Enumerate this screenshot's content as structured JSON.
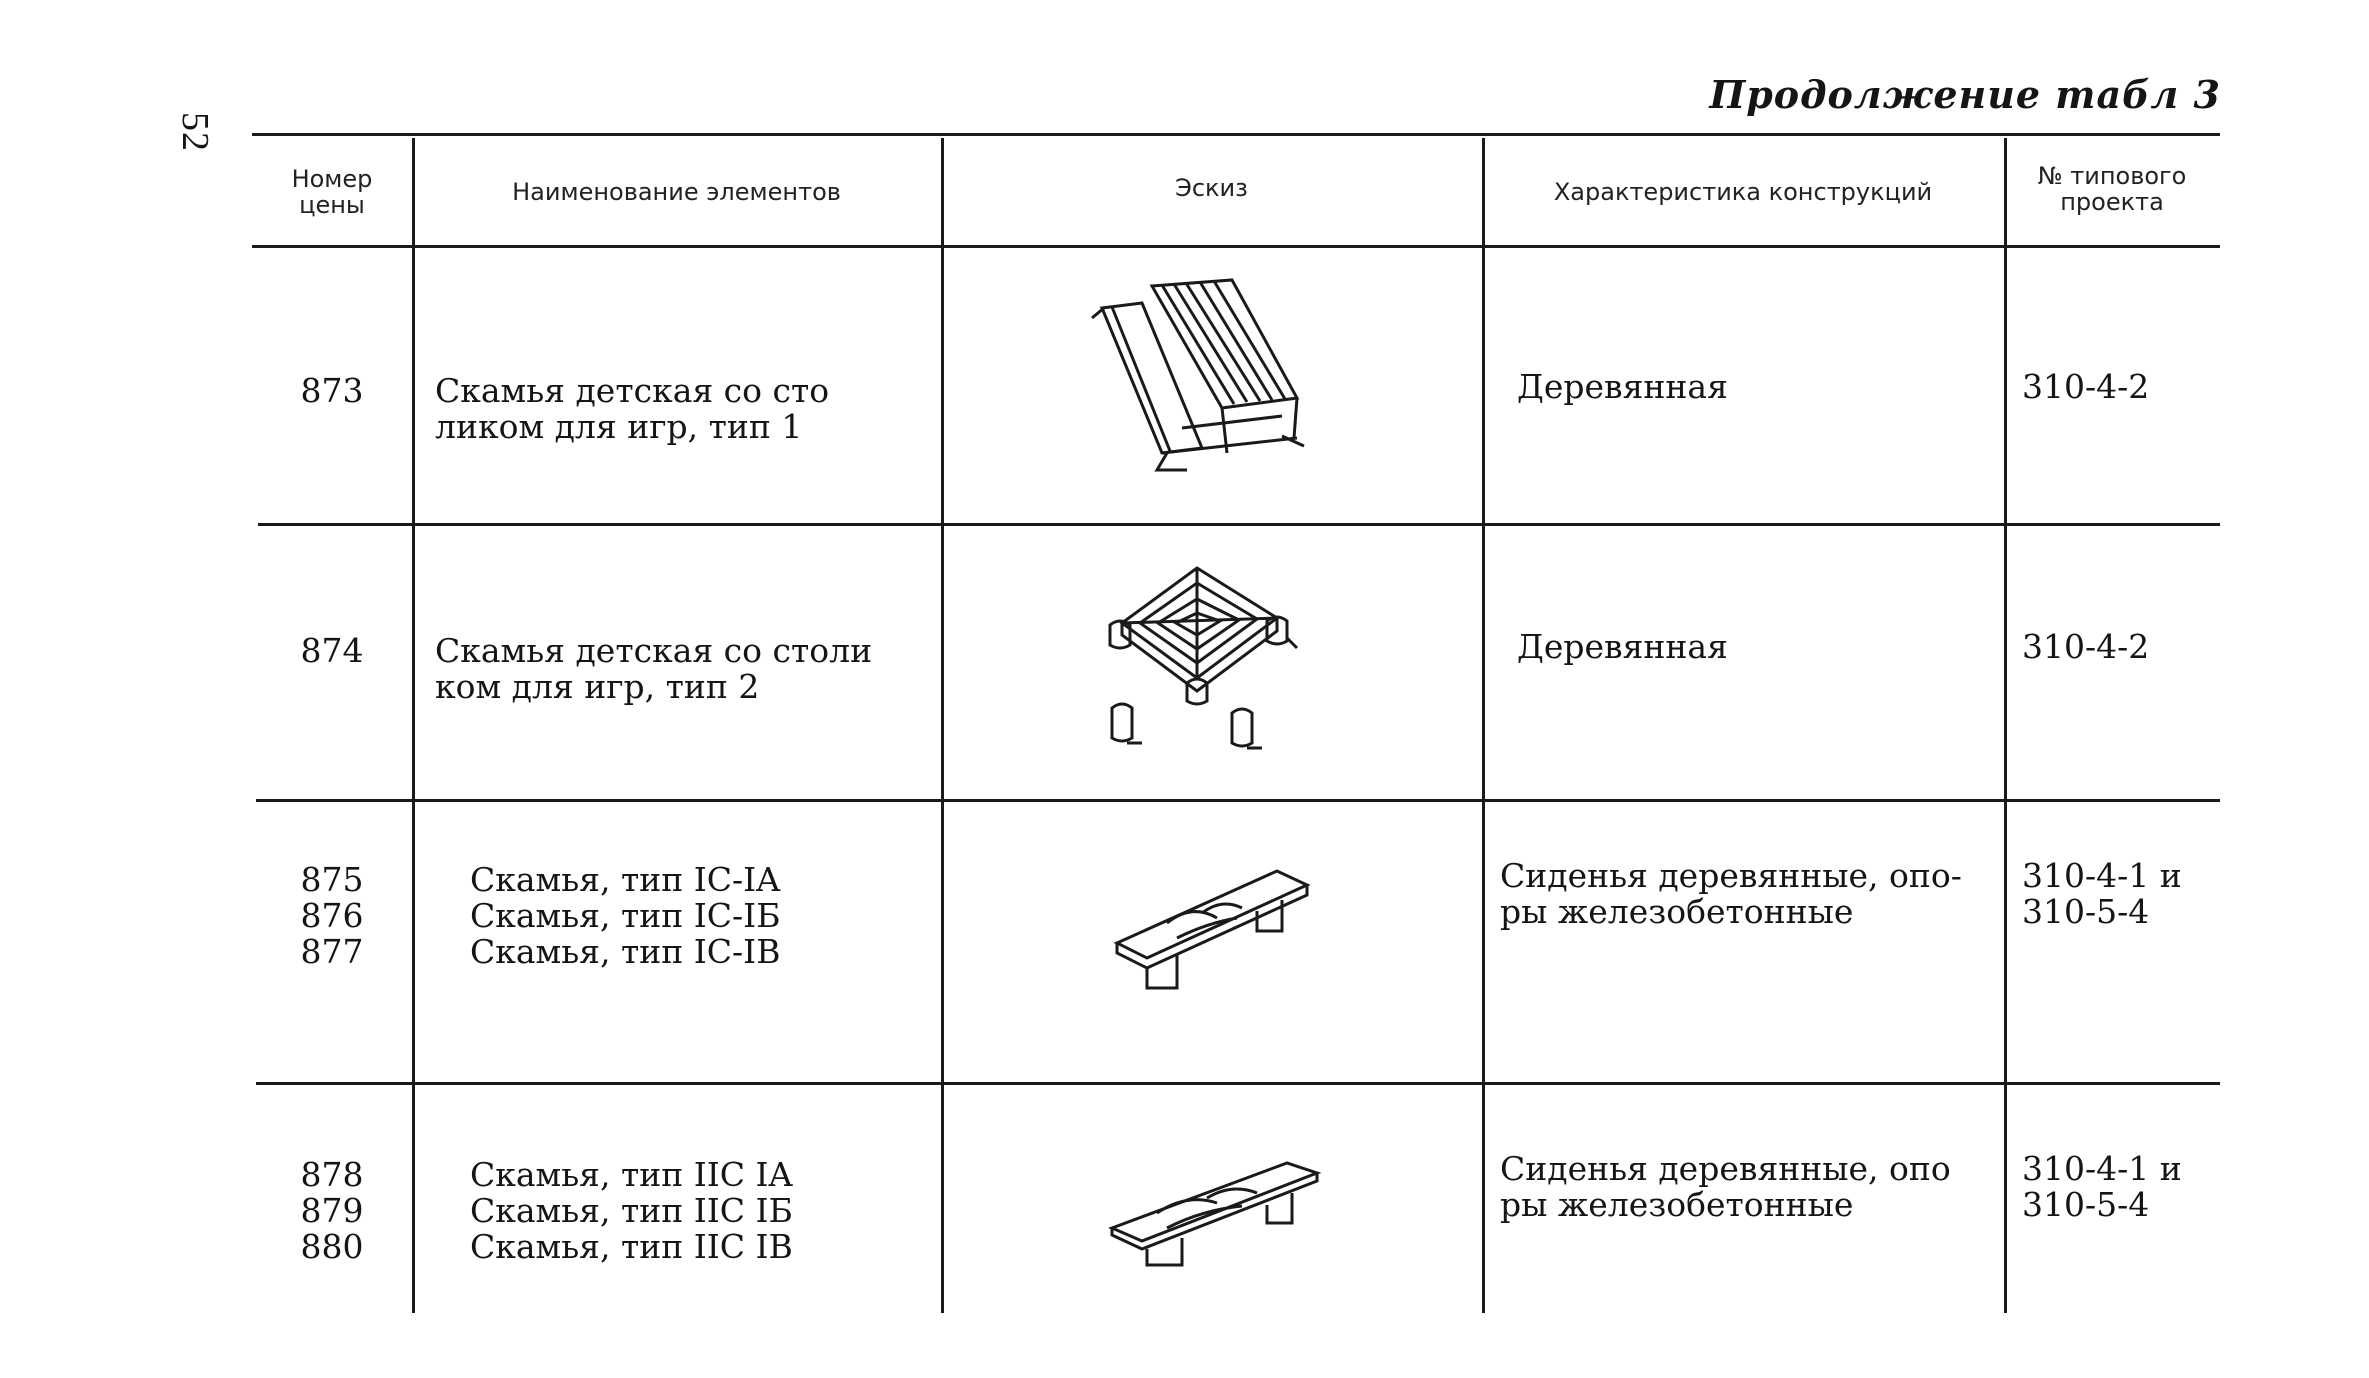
{
  "page_number": "52",
  "continuation_caption": "Продолжение табл 3",
  "headers": {
    "number": "Номер\nцены",
    "name": "Наименование элементов",
    "sketch": "Эскиз",
    "characteristic": "Характеристика конструкций",
    "project": "№ типового\nпроекта"
  },
  "rows": [
    {
      "numbers": "873",
      "name": "Скамья   детская  со  сто\nликом для игр, тип 1",
      "sketch_icon": "picnic-table-sketch",
      "characteristic": "Деревянная",
      "project": "310-4-2"
    },
    {
      "numbers": "874",
      "name": "Скамья детская со столи\nком для игр, тип 2",
      "sketch_icon": "square-table-sketch",
      "characteristic": "Деревянная",
      "project": "310-4-2"
    },
    {
      "numbers": "875\n876\n877",
      "name": "Скамья, тип IC-IA\nСкамья, тип IC-IБ\nСкамья, тип IC-IВ",
      "sketch_icon": "bench-sketch",
      "characteristic": "Сиденья деревянные, опо-\nры железобетонные",
      "project": "310-4-1 и\n310-5-4"
    },
    {
      "numbers": "878\n879\n880",
      "name": "Скамья, тип IIC IA\nСкамья, тип IIC IБ\nСкамья, тип IIC IВ",
      "sketch_icon": "bench-sketch",
      "characteristic": "Сиденья деревянные, опо\nры железобетонные",
      "project": "310-4-1 и\n310-5-4"
    }
  ]
}
